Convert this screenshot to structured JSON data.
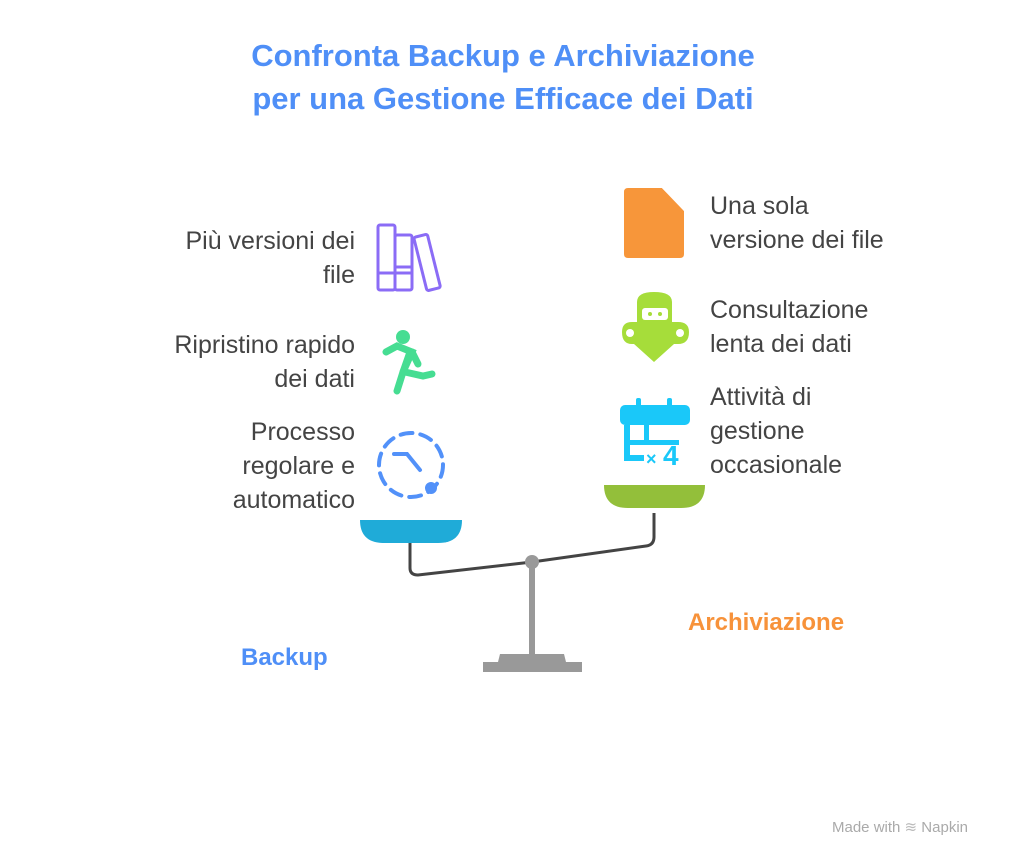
{
  "title": {
    "line1": "Confronta Backup e Archiviazione",
    "line2": "per una Gestione Efficace dei Dati"
  },
  "backup": {
    "label": "Backup",
    "color": "#4f8ff7",
    "items": [
      {
        "lines": [
          "Più versioni dei",
          "file"
        ],
        "icon": "books-icon"
      },
      {
        "lines": [
          "Ripristino rapido",
          "dei dati"
        ],
        "icon": "running-person-icon"
      },
      {
        "lines": [
          "Processo",
          "regolare e",
          "automatico"
        ],
        "icon": "dashed-clock-cycle-icon"
      }
    ]
  },
  "archive": {
    "label": "Archiviazione",
    "color": "#f7923a",
    "items": [
      {
        "lines": [
          "Una sola",
          "versione dei file"
        ],
        "icon": "single-file-icon"
      },
      {
        "lines": [
          "Consultazione",
          "lenta dei dati"
        ],
        "icon": "person-reading-icon"
      },
      {
        "lines": [
          "Attività di",
          "gestione",
          "occasionale"
        ],
        "icon": "calendar-x4-icon"
      }
    ]
  },
  "footer": {
    "made_with": "Made with",
    "brand": "Napkin"
  }
}
